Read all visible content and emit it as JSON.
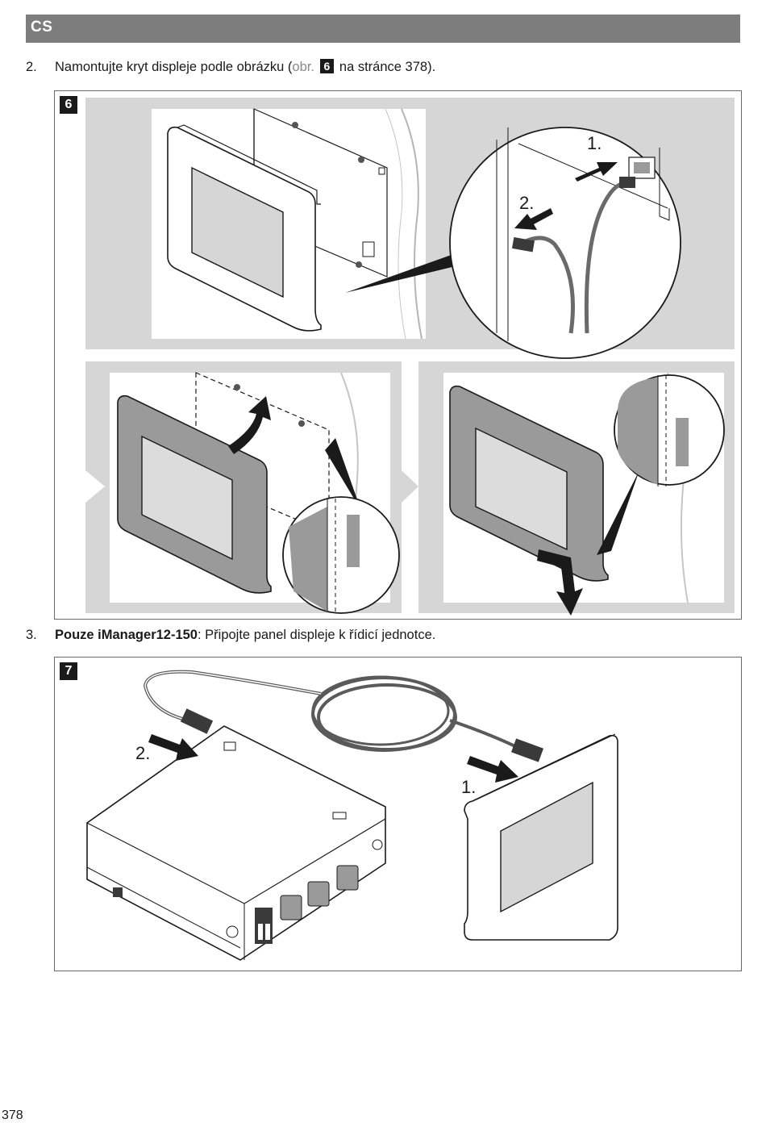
{
  "header": {
    "lang_code": "CS"
  },
  "steps": [
    {
      "number": "2.",
      "text_before": "Namontujte kryt displeje podle obrázku (",
      "ref_label": "obr.",
      "ref_figure": "6",
      "text_after": " na stránce 378)."
    },
    {
      "number": "3.",
      "bold_text": "Pouze iManager12-150",
      "text_after": ": Připojte panel displeje k řídicí jednotce."
    }
  ],
  "figures": [
    {
      "badge": "6",
      "callouts": [
        "1.",
        "2."
      ]
    },
    {
      "badge": "7",
      "callouts": [
        "2.",
        "1."
      ]
    }
  ],
  "footer": {
    "page_number": "378"
  },
  "colors": {
    "header_bar": "#7d7d7d",
    "panel_bg": "#d6d6d6",
    "device_gray": "#9a9a9a"
  }
}
